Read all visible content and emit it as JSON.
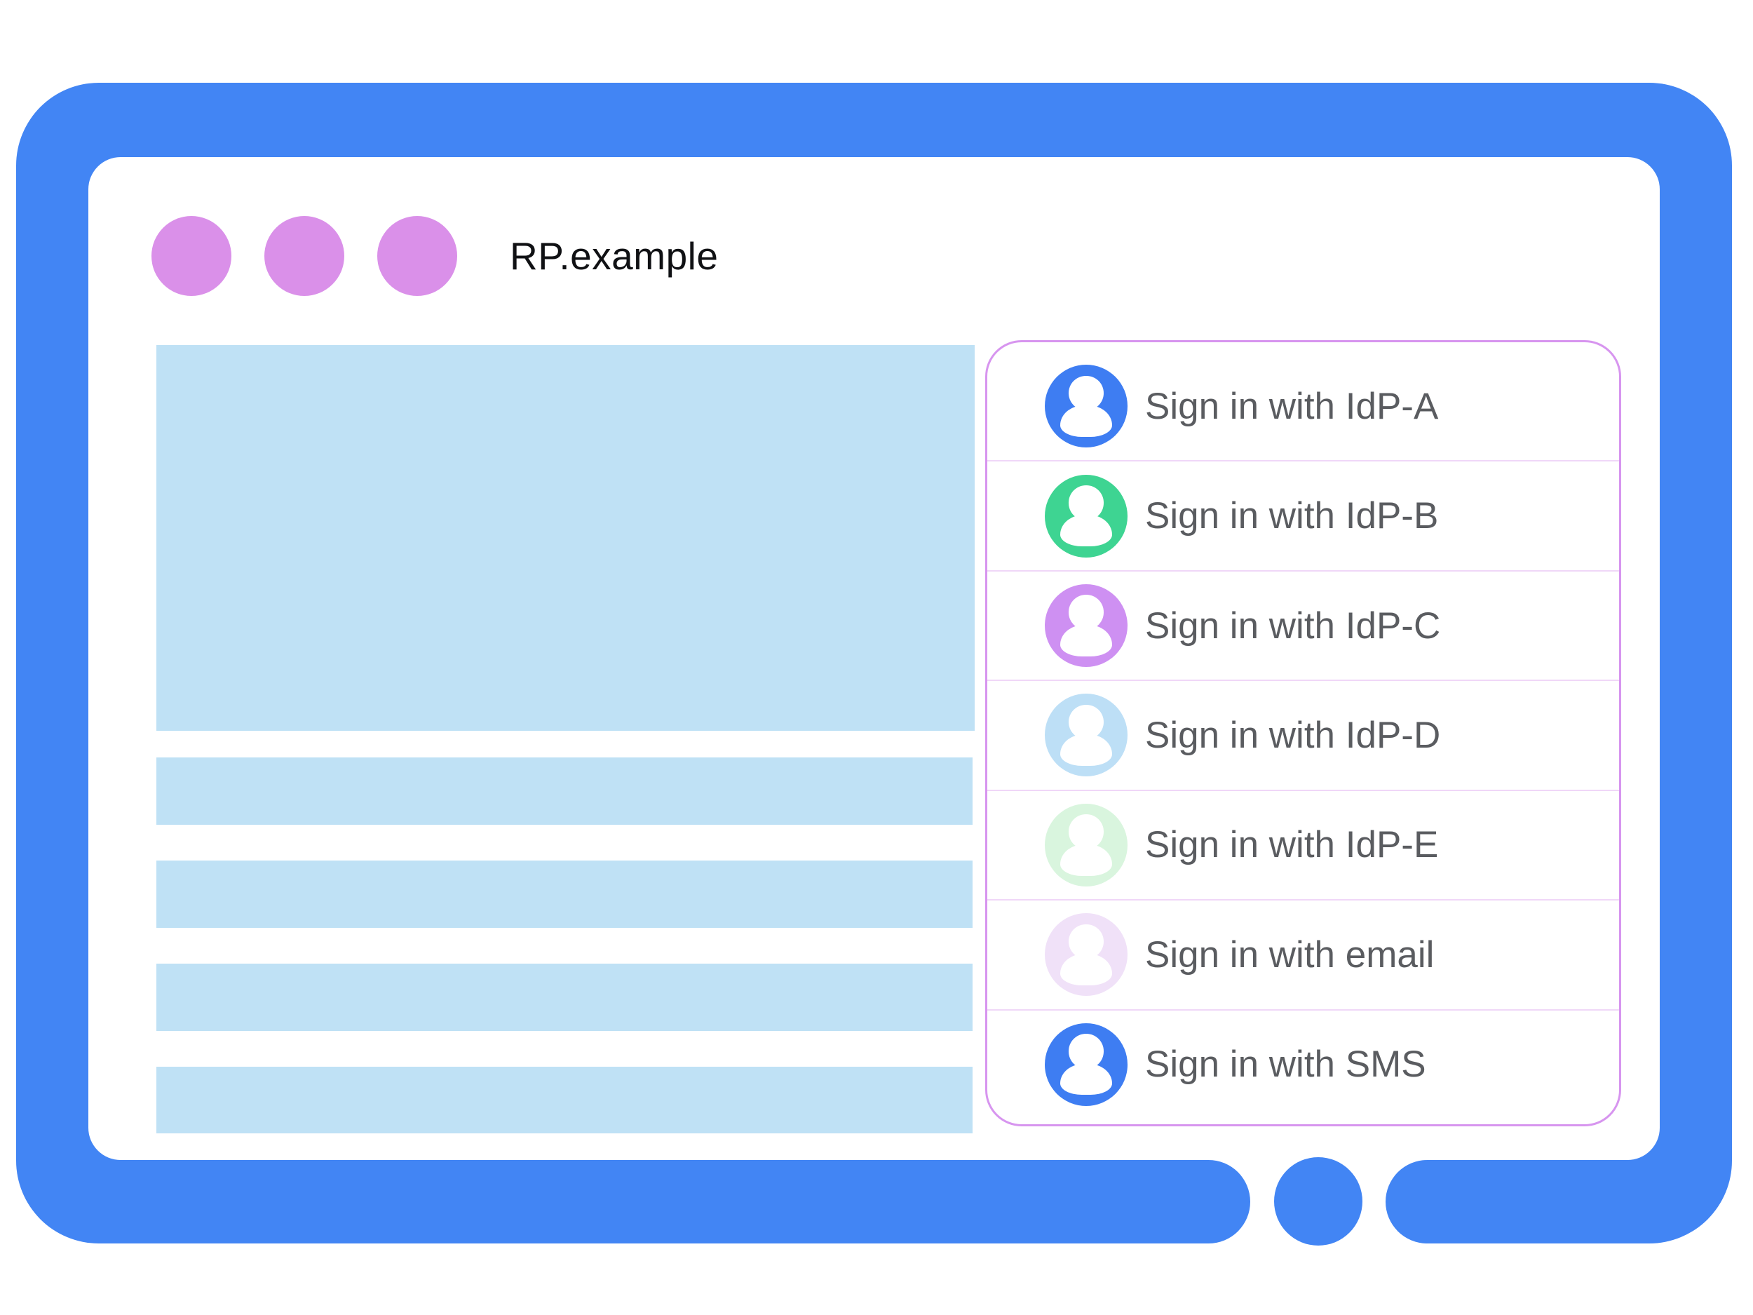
{
  "browser_frame": {
    "title": "RP.example",
    "frame_color": "#4285F4",
    "window_dot_color": "#DA90E9",
    "content_block_color": "#BFE1F5"
  },
  "signin_panel": {
    "border_color": "#D795EF",
    "divider_color": "#F0D7F8",
    "text_color": "#5A5C60",
    "items": [
      {
        "label": "Sign in with IdP-A",
        "avatar_color": "#3E7DF2"
      },
      {
        "label": "Sign in with IdP-B",
        "avatar_color": "#3ED492"
      },
      {
        "label": "Sign in with IdP-C",
        "avatar_color": "#CE90F2"
      },
      {
        "label": "Sign in with IdP-D",
        "avatar_color": "#BDDFF6"
      },
      {
        "label": "Sign in with IdP-E",
        "avatar_color": "#D9F5DE"
      },
      {
        "label": "Sign in with email",
        "avatar_color": "#F0E1F8"
      },
      {
        "label": "Sign in with SMS",
        "avatar_color": "#3E7DF2"
      }
    ]
  }
}
